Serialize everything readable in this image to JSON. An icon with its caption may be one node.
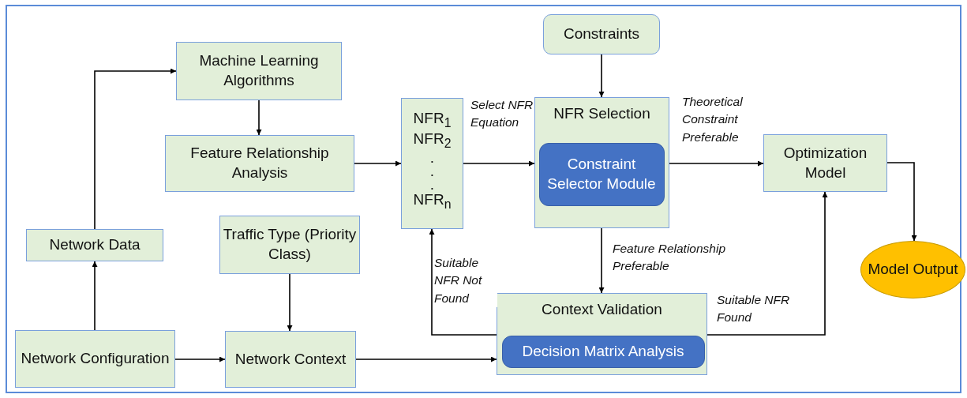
{
  "diagram": {
    "nodes": [
      {
        "text": [
          "Machine Learning Algorithms"
        ]
      },
      {
        "text": [
          "Feature Relationship Analysis"
        ]
      },
      {
        "text": [
          "NFR$_{1}$",
          "NFR$_{2}$",
          ".",
          ".",
          ".",
          "NFR$_{n}$"
        ]
      },
      {
        "text": [
          "Constraints"
        ]
      },
      {
        "text": [
          "NFR Selection"
        ]
      },
      {
        "text": [
          "Constraint Selector Module"
        ],
        "in": 4
      },
      {
        "text": [
          "Optimization Model"
        ]
      },
      {
        "text": [
          "Model Output"
        ]
      },
      {
        "text": [
          "Network Data"
        ]
      },
      {
        "text": [
          "Traffic Type (Priority Class)"
        ]
      },
      {
        "text": [
          "Context Validation"
        ]
      },
      {
        "text": [
          "Decision Matrix Analysis"
        ],
        "in": 10
      },
      {
        "text": [
          "Network Configuration"
        ]
      },
      {
        "text": [
          "Network Context"
        ]
      }
    ],
    "edges": [
      {
        "from": 8,
        "to": 0,
        "arrow": "to"
      },
      {
        "from": 0,
        "to": 1,
        "arrow": "to"
      },
      {
        "from": 1,
        "to": 2,
        "arrow": "to"
      },
      {
        "from": 2,
        "to": 4,
        "arrow": "to",
        "label": "Select NFR Equation"
      },
      {
        "from": 3,
        "to": 4,
        "arrow": "to"
      },
      {
        "from": 4,
        "to": 6,
        "arrow": "to",
        "label": "Theoretical Constraint Preferable"
      },
      {
        "from": 6,
        "to": 7,
        "arrow": "to"
      },
      {
        "from": 12,
        "to": 8,
        "arrow": "to"
      },
      {
        "from": 9,
        "to": 13,
        "arrow": "to"
      },
      {
        "from": 12,
        "to": 13,
        "arrow": "to"
      },
      {
        "from": 13,
        "to": 10,
        "arrow": "to"
      },
      {
        "from": 4,
        "to": 10,
        "arrow": "to",
        "label": "Feature Relationship Preferable"
      },
      {
        "from": 10,
        "to": 2,
        "arrow": "to",
        "label": "Suitable NFR Not Found"
      },
      {
        "from": 10,
        "to": 6,
        "arrow": "to",
        "label": "Suitable NFR Found"
      }
    ]
  }
}
